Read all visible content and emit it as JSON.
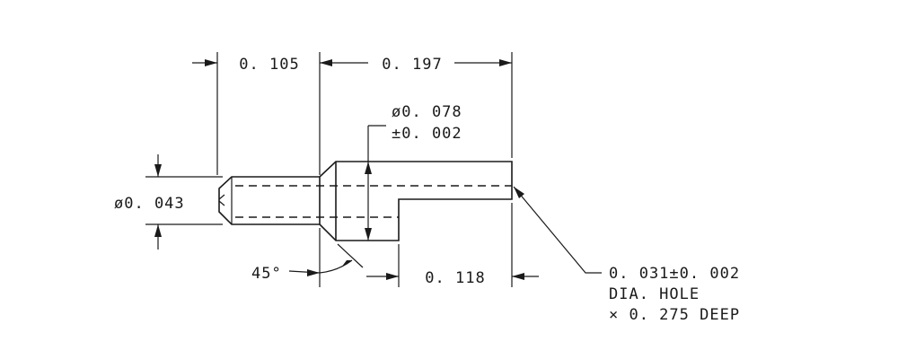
{
  "dimensions": {
    "shank_length": "0. 105",
    "body_length": "0. 197",
    "body_diameter_line1": "ø0. 078",
    "body_diameter_line2": "±0. 002",
    "shank_diameter": "ø0. 043",
    "chamfer_angle": "45°",
    "rear_length": "0. 118"
  },
  "hole_callout": {
    "line1": "0. 031±0. 002",
    "line2": "DIA. HOLE",
    "line3": "× 0. 275 DEEP"
  }
}
